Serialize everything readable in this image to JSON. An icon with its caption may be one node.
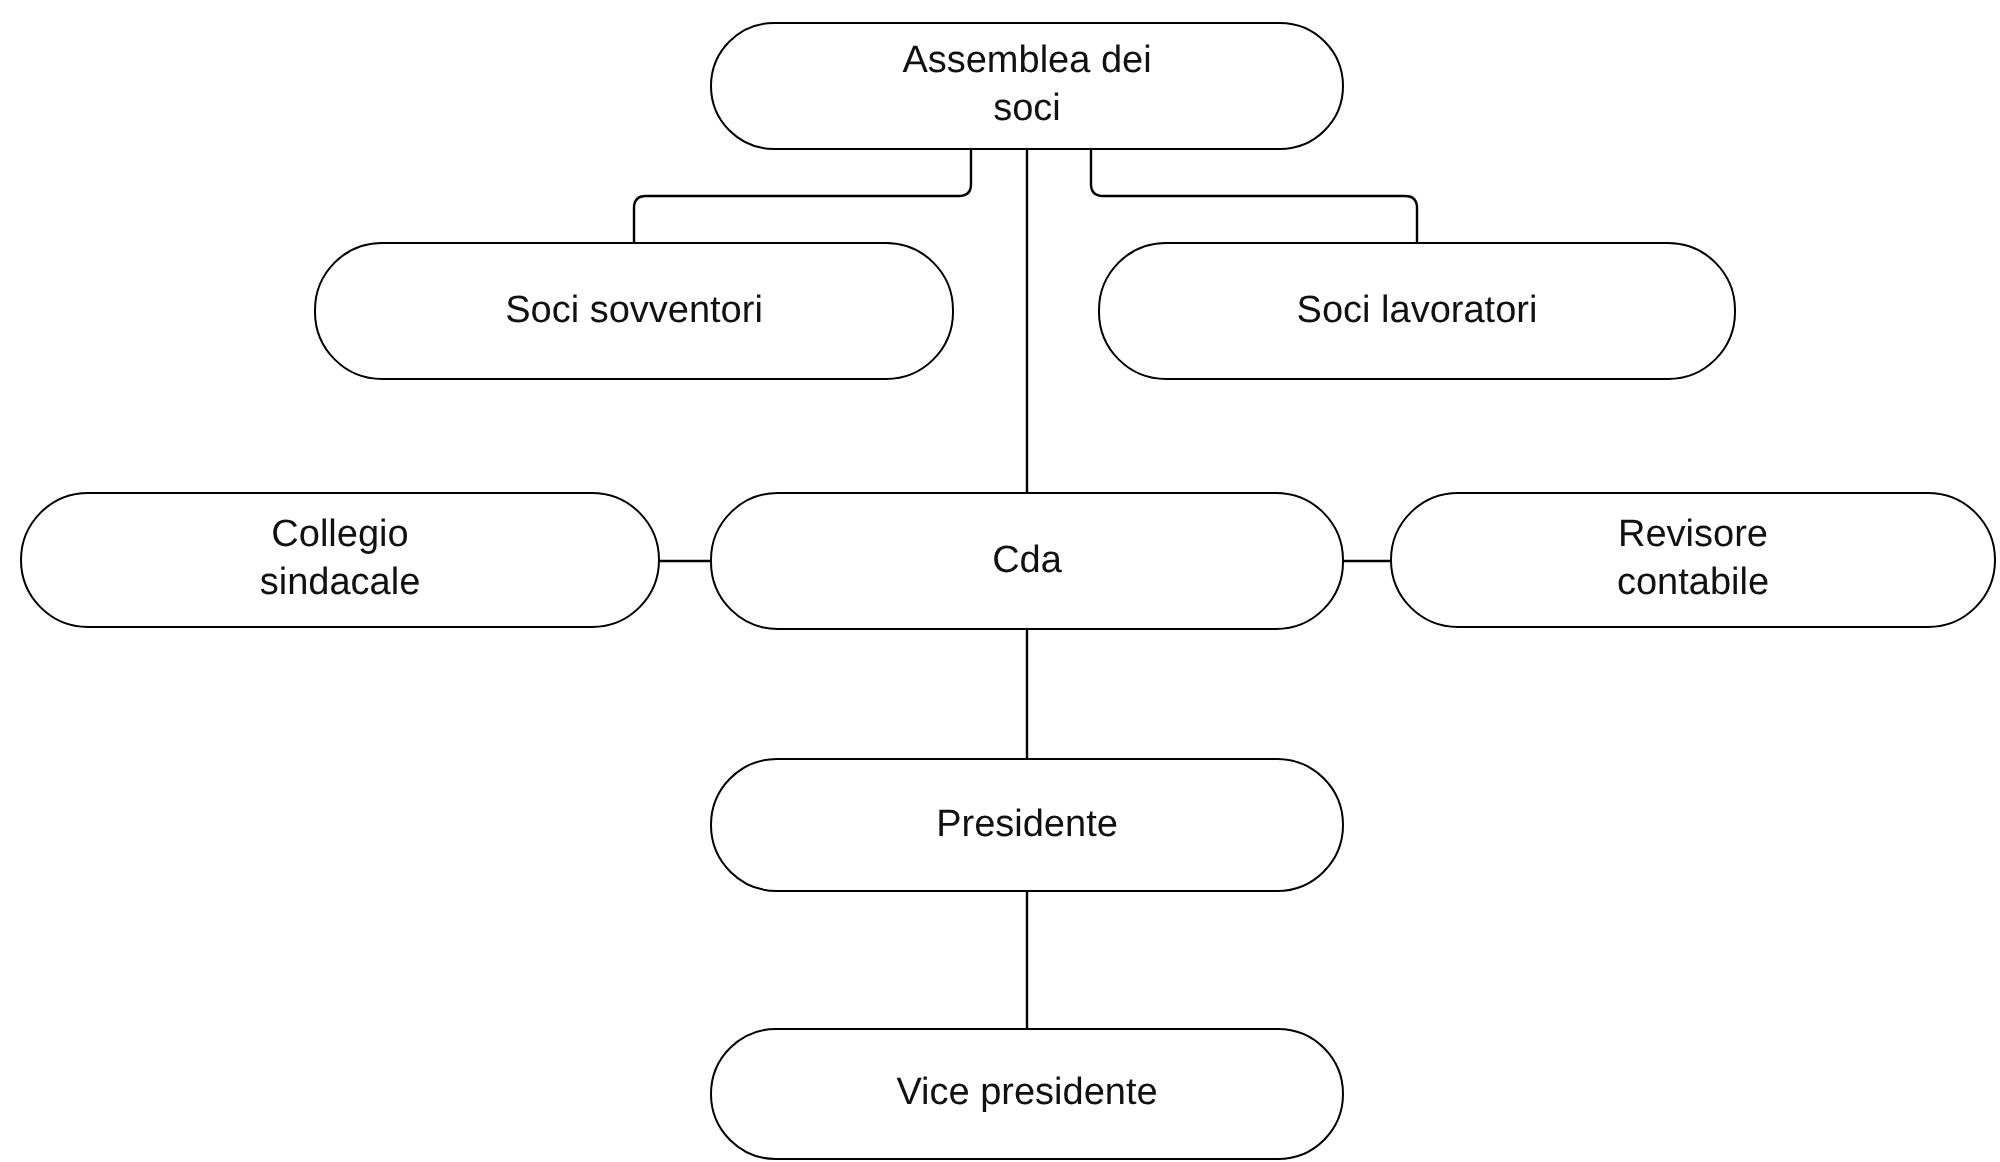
{
  "diagram": {
    "nodes": [
      {
        "text": [
          "Assemblea dei soci"
        ]
      },
      {
        "text": [
          "Soci sovventori"
        ]
      },
      {
        "text": [
          "Soci lavoratori"
        ]
      },
      {
        "text": [
          "Collegio sindacale"
        ]
      },
      {
        "text": [
          "Cda"
        ]
      },
      {
        "text": [
          "Revisore contabile"
        ]
      },
      {
        "text": [
          "Presidente"
        ]
      },
      {
        "text": [
          "Vice presidente"
        ]
      }
    ],
    "edges": [
      {
        "from": 0,
        "to": 1,
        "arrow": "none"
      },
      {
        "from": 0,
        "to": 2,
        "arrow": "none"
      },
      {
        "from": 0,
        "to": 4,
        "arrow": "none"
      },
      {
        "from": 4,
        "to": 3,
        "arrow": "none"
      },
      {
        "from": 4,
        "to": 5,
        "arrow": "none"
      },
      {
        "from": 4,
        "to": 6,
        "arrow": "none"
      },
      {
        "from": 6,
        "to": 7,
        "arrow": "none"
      }
    ]
  }
}
